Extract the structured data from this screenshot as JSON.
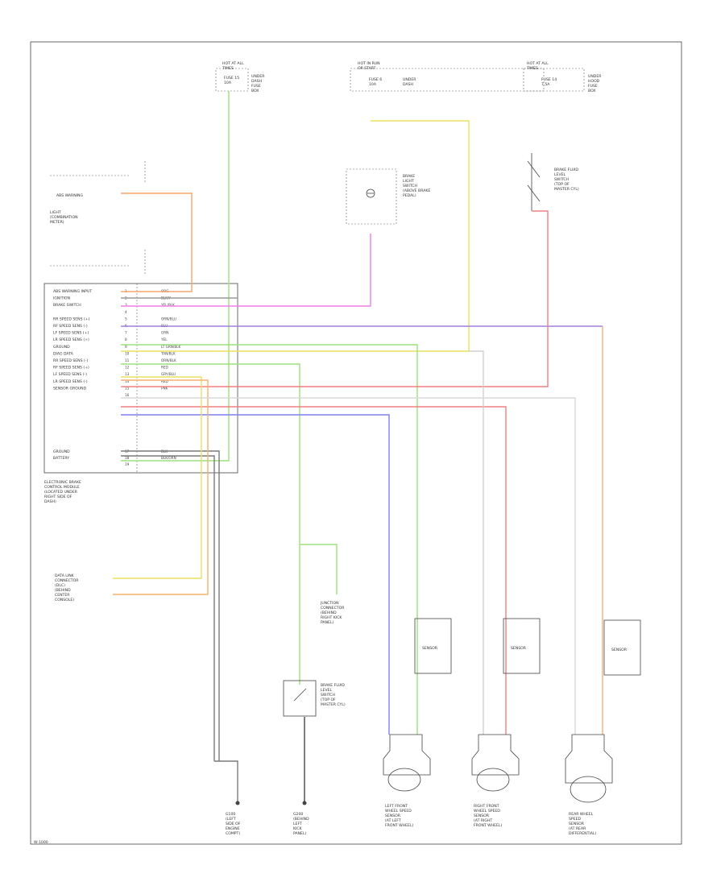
{
  "footer": {
    "code": "W-1000"
  },
  "fuses": {
    "left": {
      "lines": [
        "HOT AT ALL",
        "TIMES",
        "FUSE 15",
        "10A",
        "UNDER",
        "DASH",
        "FUSE",
        "BOX"
      ]
    },
    "center": {
      "lines": [
        "HOT IN RUN",
        "OR START",
        "FUSE 6",
        "10A",
        "UNDER",
        "DASH"
      ]
    },
    "right": {
      "lines": [
        "HOT AT ALL",
        "TIMES",
        "FUSE 14",
        "7.5A",
        "UNDER",
        "HOOD",
        "FUSE",
        "BOX"
      ]
    }
  },
  "ecm": {
    "title_lines": [
      "ELECTRONIC BRAKE",
      "CONTROL MODULE",
      "(LOCATED UNDER",
      "RIGHT SIDE OF",
      "DASH)"
    ],
    "pins_top": [
      {
        "name": "ABS WARNING INPUT",
        "num": "1",
        "color": "ORG"
      },
      {
        "name": "IGNITION",
        "num": "2",
        "color": "BLK/Y"
      },
      {
        "name": "BRAKE SWITCH",
        "num": "3",
        "color": "YEL/BLK"
      },
      {
        "name": "",
        "num": "4",
        "color": ""
      },
      {
        "name": "RR SPEED SENS (+)",
        "num": "5",
        "color": "ORN/BLU"
      },
      {
        "name": "RF SPEED SENS (-)",
        "num": "6",
        "color": "BLU"
      },
      {
        "name": "LF SPEED SENS (+)",
        "num": "7",
        "color": "GRN"
      },
      {
        "name": "LR SPEED SENS (+)",
        "num": "8",
        "color": "YEL"
      },
      {
        "name": "GROUND",
        "num": "9",
        "color": "LT GRN/BLK"
      },
      {
        "name": "DIAG DATA",
        "num": "10",
        "color": "TAN/BLK"
      },
      {
        "name": "RR SPEED SENS (-)",
        "num": "11",
        "color": "ORN/BLK"
      },
      {
        "name": "RF SPEED SENS (+)",
        "num": "12",
        "color": "RED"
      },
      {
        "name": "LF SPEED SENS (-)",
        "num": "13",
        "color": "GRY/BLU"
      },
      {
        "name": "LR SPEED SENS (-)",
        "num": "14",
        "color": "RED"
      },
      {
        "name": "SENSOR GROUND",
        "num": "15",
        "color": "PNK"
      },
      {
        "name": "",
        "num": "16",
        "color": ""
      }
    ],
    "pins_bottom": [
      {
        "name": "GROUND",
        "num": "17",
        "color": "BLK"
      },
      {
        "name": "BATTERY",
        "num": "18",
        "color": "BLK/ORN"
      },
      {
        "name": "",
        "num": "19",
        "color": ""
      }
    ]
  },
  "labels": {
    "abs_module_lines": [
      "ABS WARNING",
      "LIGHT",
      "(COMBINATION",
      "METER)"
    ],
    "brake_light_sw": [
      "BRAKE",
      "LIGHT",
      "SWITCH",
      "(ABOVE BRAKE",
      "PEDAL)"
    ],
    "dlc_lines": [
      "DATA LINK",
      "CONNECTOR",
      "(DLC)",
      "(BEHIND",
      "CENTER",
      "CONSOLE)"
    ],
    "junction_lines": [
      "JUNCTION",
      "CONNECTOR",
      "(BEHIND",
      "RIGHT KICK",
      "PANEL)"
    ],
    "brake_fluid_lines": [
      "BRAKE FLUID",
      "LEVEL",
      "SWITCH",
      "(TOP OF",
      "MASTER CYL)"
    ],
    "grounds": [
      {
        "lines": [
          "G100",
          "(LEFT",
          "SIDE OF",
          "ENGINE",
          "COMPT)"
        ]
      },
      {
        "lines": [
          "G200",
          "(BEHIND",
          "LEFT",
          "KICK",
          "PANEL)"
        ]
      }
    ],
    "sensors": [
      {
        "lines": [
          "LEFT FRONT",
          "WHEEL SPEED",
          "SENSOR",
          "(AT LEFT",
          "FRONT WHEEL)"
        ],
        "tag": "SENSOR"
      },
      {
        "lines": [
          "RIGHT FRONT",
          "WHEEL SPEED",
          "SENSOR",
          "(AT RIGHT",
          "FRONT WHEEL)"
        ],
        "tag": "SENSOR"
      },
      {
        "lines": [
          "REAR WHEEL",
          "SPEED",
          "SENSOR",
          "(AT REAR",
          "DIFFERENTIAL)"
        ],
        "tag": "SENSOR"
      }
    ]
  }
}
